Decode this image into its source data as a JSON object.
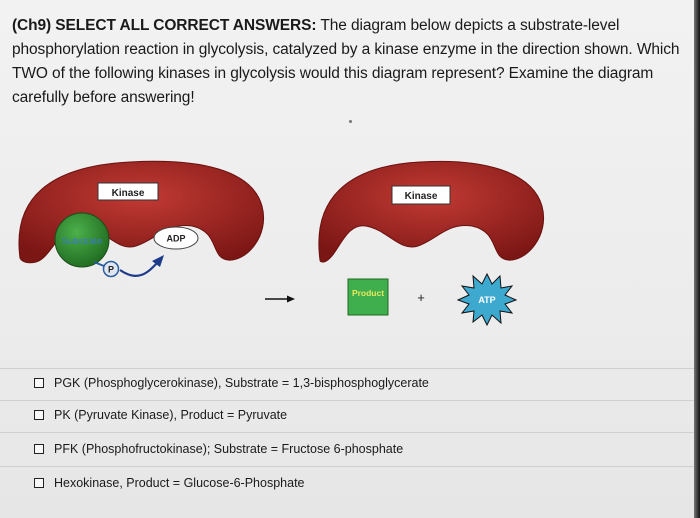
{
  "question": {
    "tag": "(Ch9) SELECT ALL CORRECT ANSWERS:",
    "text": "The diagram below depicts a substrate-level phosphorylation reaction in glycolysis, catalyzed by a kinase enzyme in the direction shown. Which TWO of the following kinases in glycolysis would this diagram represent? Examine the diagram carefully before answering!"
  },
  "diagram": {
    "left_enzyme_label": "Kinase",
    "right_enzyme_label": "Kinase",
    "substrate_label": "Substrate",
    "phosphate_label": "P",
    "adp_label": "ADP",
    "product_label": "Product",
    "plus_sign": "+",
    "atp_label": "ATP",
    "enzyme_color": "#9a2220",
    "substrate_color": "#2f8a2c",
    "product_color": "#3fae4c",
    "atp_color": "#3ea9cf",
    "arrow_color": "#1e3a8a"
  },
  "options": [
    {
      "label": "PGK (Phosphoglycerokinase), Substrate = 1,3-bisphosphoglycerate"
    },
    {
      "label": "PK (Pyruvate Kinase), Product = Pyruvate"
    },
    {
      "label": "PFK (Phosphofructokinase); Substrate = Fructose 6-phosphate"
    },
    {
      "label": "Hexokinase, Product = Glucose-6-Phosphate"
    }
  ]
}
